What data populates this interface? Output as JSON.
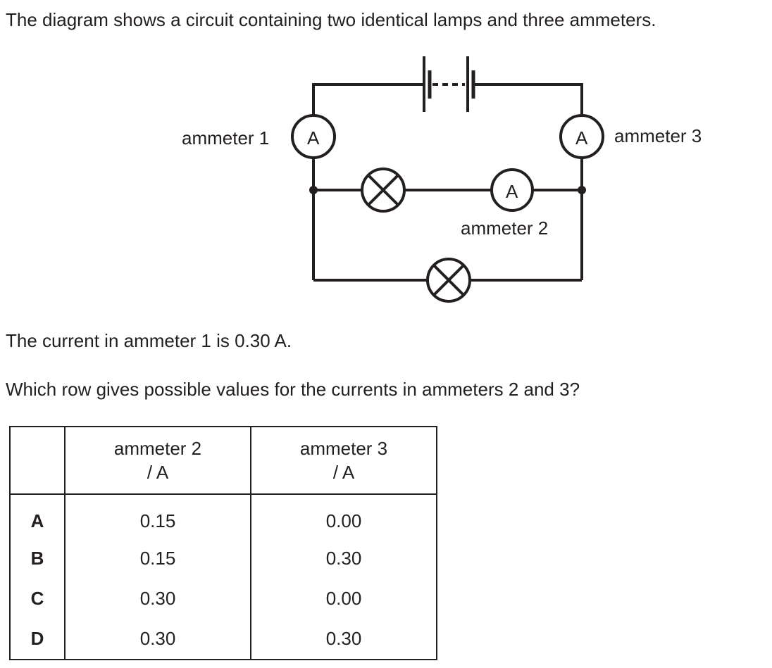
{
  "intro": "The diagram shows a circuit containing two identical lamps and three ammeters.",
  "circuit": {
    "ammeter_symbol": "A",
    "label1": "ammeter 1",
    "label2": "ammeter 2",
    "label3": "ammeter 3"
  },
  "statement": "The current in ammeter 1 is 0.30 A.",
  "question": "Which row gives possible values for the currents in ammeters 2 and 3?",
  "table": {
    "headers": [
      {
        "name": "ammeter 2",
        "unit": "/ A"
      },
      {
        "name": "ammeter 3",
        "unit": "/ A"
      }
    ],
    "rows": [
      {
        "option": "A",
        "a2": "0.15",
        "a3": "0.00"
      },
      {
        "option": "B",
        "a2": "0.15",
        "a3": "0.30"
      },
      {
        "option": "C",
        "a2": "0.30",
        "a3": "0.00"
      },
      {
        "option": "D",
        "a2": "0.30",
        "a3": "0.30"
      }
    ]
  }
}
